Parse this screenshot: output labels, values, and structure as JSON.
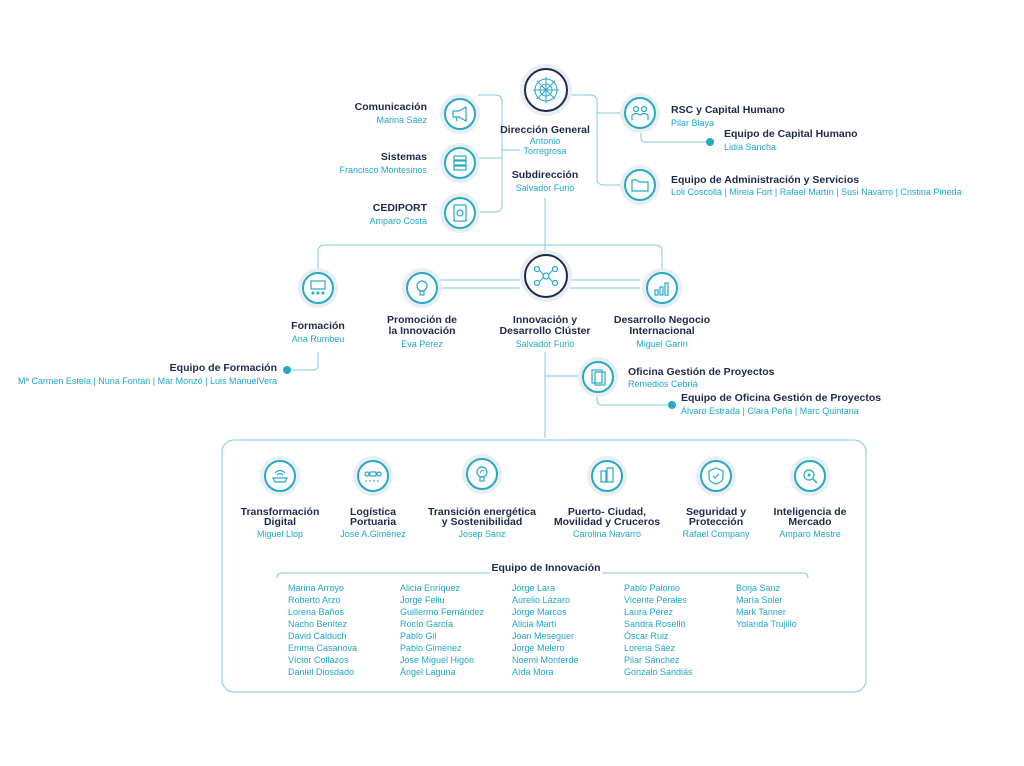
{
  "colors": {
    "navy": "#1e2a4a",
    "cyan": "#26a9c5",
    "line": "#7fcbdb",
    "halo": "#e8eef2"
  },
  "top": {
    "direccion": {
      "title": "Dirección General",
      "name1": "Antonio",
      "name2": "Torregrosa",
      "icon": "compass-rose-icon"
    },
    "subdireccion": {
      "title": "Subdirección",
      "name": "Salvador Furió"
    },
    "comunicacion": {
      "title": "Comunicación",
      "name": "Marina Sáez",
      "icon": "megaphone-icon"
    },
    "sistemas": {
      "title": "Sistemas",
      "name": "Francisco Montesinos",
      "icon": "server-icon"
    },
    "cediport": {
      "title": "CEDIPORT",
      "name": "Amparo Costa",
      "icon": "document-search-icon"
    },
    "rsc": {
      "title": "RSC y Capital Humano",
      "name": "Pilar Blaya",
      "icon": "people-icon"
    },
    "capital_team": {
      "title": "Equipo de Capital Humano",
      "name": "Lidia Sancha"
    },
    "admin": {
      "title": "Equipo de Administración y Servicios",
      "names": "Loli Coscollá  | Mireia Fort  | Rafael Martín | Susi Navarro | Cristina Pineda",
      "icon": "folder-icon"
    }
  },
  "middle": {
    "formacion": {
      "title": "Formación",
      "name": "Ana Rumbeu",
      "icon": "classroom-icon"
    },
    "promocion": {
      "title1": "Promoción de",
      "title2": "la Innovación",
      "name": "Eva Pérez",
      "icon": "lightbulb-icon"
    },
    "innovacion": {
      "title1": "Innovación y",
      "title2": "Desarrollo Clúster",
      "name": "Salvador Furió",
      "icon": "network-icon"
    },
    "desarrollo": {
      "title1": "Desarrollo Negocio",
      "title2": "Internacional",
      "name": "Miguel Garín",
      "icon": "growth-chart-icon"
    },
    "formacion_team": {
      "title": "Equipo de Formación",
      "names": "Mª Carmen Estela | Nuria Fontán | Mar Monzó | Luis ManuelVera"
    },
    "oficina": {
      "title": "Oficina Gestión de Proyectos",
      "name": "Remedios Cebriá",
      "icon": "documents-icon"
    },
    "oficina_team": {
      "title": "Equipo de Oficina Gestión de Proyectos",
      "names": "Álvaro Estrada | Clara Peña | Marc Quintana"
    }
  },
  "areas": [
    {
      "title1": "Transformación",
      "title2": "Digital",
      "name": "Miguel Llop",
      "icon": "digital-ship-icon"
    },
    {
      "title1": "Logística",
      "title2": "Portuaria",
      "name": "José A.Giménez",
      "icon": "logistics-route-icon"
    },
    {
      "title1": "Transición energética",
      "title2": "y Sostenibilidad",
      "name": "Josep Sanz",
      "icon": "green-bulb-icon"
    },
    {
      "title1": "Puerto- Ciudad,",
      "title2": "Movilidad y Cruceros",
      "name": "Carolina Navarro",
      "icon": "city-icon"
    },
    {
      "title1": "Seguridad y",
      "title2": "Protección",
      "name": "Rafael Company",
      "icon": "shield-check-icon"
    },
    {
      "title1": "Inteligencia de",
      "title2": "Mercado",
      "name": "Amparo Mestre",
      "icon": "magnifier-eye-icon"
    }
  ],
  "equipo_innovacion": {
    "title": "Equipo de Innovación",
    "columns": [
      [
        "Marina Arroyo",
        "Roberto Arzo",
        "Lorena Baños",
        "Nacho Benítez",
        "David Calduch",
        "Emma Casanova",
        "Víctor Collazos",
        "Daniel Diosdado"
      ],
      [
        "Alicia Enríquez",
        "Jorge Feliu",
        "Guillermo Fernández",
        "Rocío García",
        "Pablo Gil",
        "Pablo Giménez",
        "Jose Miguel Higón",
        "Ángel Laguna"
      ],
      [
        "Jorge Lara",
        "Aurelio Lázaro",
        "Jorge Marcos",
        "Alicia Martí",
        "Joan Meseguer",
        "Jorge Melero",
        "Noemi Monterde",
        "Aída Mora"
      ],
      [
        "Pablo Palomo",
        "Vicente Perales",
        "Laura Pérez",
        "Sandra Roselló",
        "Óscar Ruiz",
        "Lorena Sáez",
        "Pilar Sánchez",
        "Gonzalo Sandiás"
      ],
      [
        "Borja Sanz",
        "María Soler",
        "Mark Tanner",
        "Yolanda Trujillo"
      ]
    ]
  }
}
